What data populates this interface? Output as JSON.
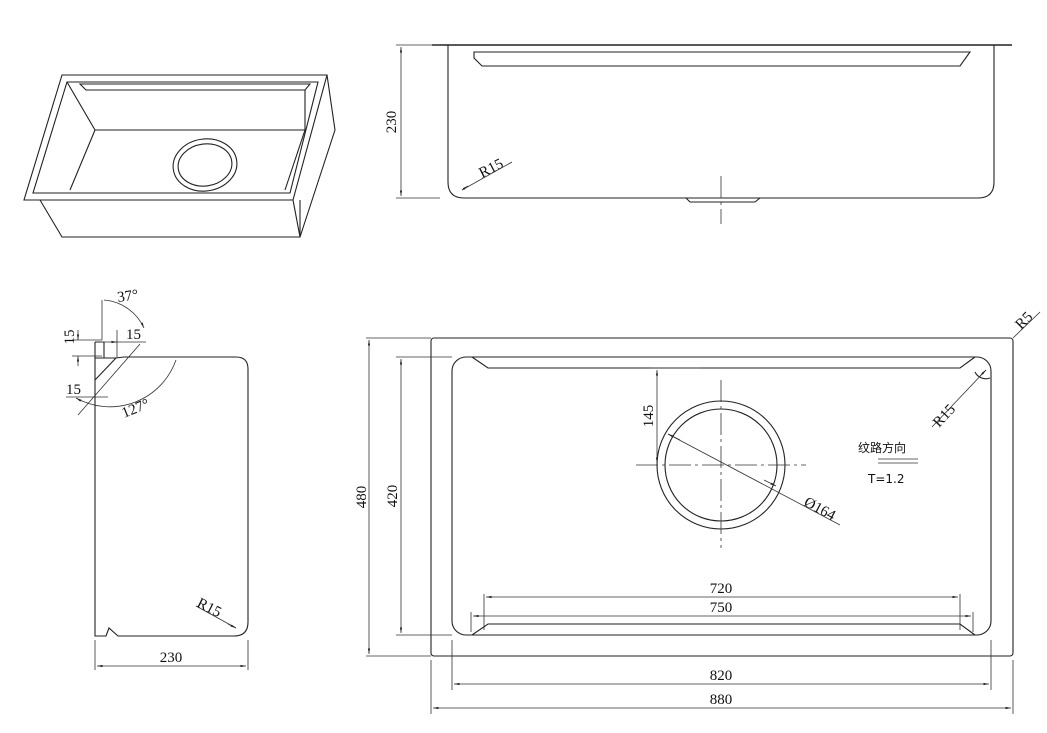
{
  "dimensions": {
    "front_height": "230",
    "front_radius": "R15",
    "side_angle_top": "37°",
    "side_angle_bottom": "127°",
    "side_v15": "15",
    "side_h15_top": "15",
    "side_h15_bottom": "15",
    "side_radius": "R15",
    "side_width": "230",
    "plan_outer_height": "480",
    "plan_inner_height": "420",
    "plan_drain_offset": "145",
    "plan_drain_dia": "Ø164",
    "plan_corner_radius": "R15",
    "plan_outer_radius": "R5",
    "plan_ledge_720": "720",
    "plan_ledge_750": "750",
    "plan_inner_width": "820",
    "plan_outer_width": "880"
  },
  "notes": {
    "grain": "纹路方向",
    "thickness": "T=1.2"
  }
}
